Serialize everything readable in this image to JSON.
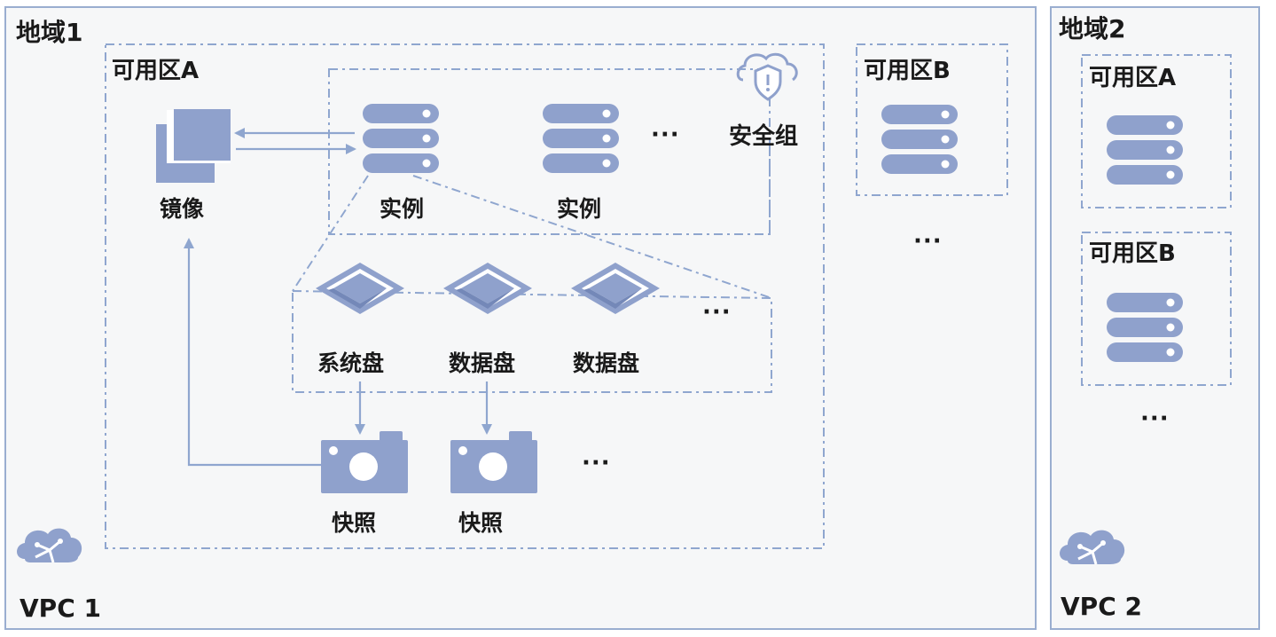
{
  "region1": {
    "label": "地域1",
    "vpc_label": "VPC 1"
  },
  "region2": {
    "label": "地域2",
    "vpc_label": "VPC 2"
  },
  "region1_zone_a": {
    "label": "可用区A"
  },
  "region1_zone_b": {
    "label": "可用区B",
    "more": "···"
  },
  "region1_more_zones": "···",
  "security_group": {
    "label": "安全组"
  },
  "image": {
    "label": "镜像"
  },
  "instances": {
    "items": [
      "实例",
      "实例"
    ],
    "more": "···"
  },
  "disks": {
    "items": [
      "系统盘",
      "数据盘",
      "数据盘"
    ],
    "more": "···"
  },
  "snapshots": {
    "items": [
      "快照",
      "快照"
    ],
    "more": "···"
  },
  "region2_zone_a": {
    "label": "可用区A"
  },
  "region2_zone_b": {
    "label": "可用区B"
  },
  "region2_more_zones": "···",
  "colors": {
    "accent": "#8fa1cc",
    "border": "#9aaed0",
    "region_fill": "#f6f7f8",
    "text": "#1a1a1a"
  },
  "icons": {
    "server": "server-icon",
    "disk": "disk-icon",
    "snapshot": "camera-icon",
    "image": "image-stack-icon",
    "security": "shield-cloud-icon",
    "vpc": "cloud-icon"
  }
}
